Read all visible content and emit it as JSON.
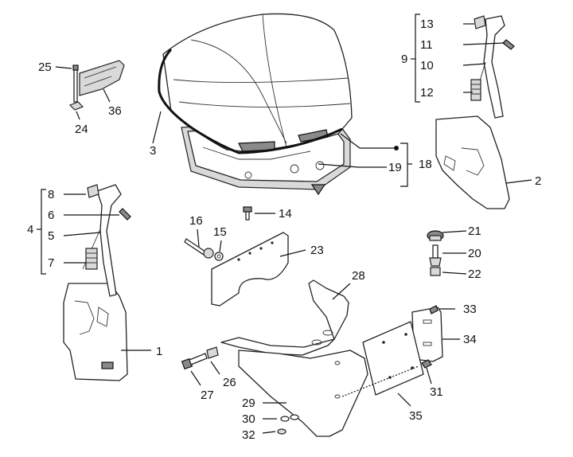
{
  "diagram": {
    "callouts": {
      "c1": "1",
      "c2": "2",
      "c3": "3",
      "c4": "4",
      "c5": "5",
      "c6": "6",
      "c7": "7",
      "c8": "8",
      "c9": "9",
      "c10": "10",
      "c11": "11",
      "c12": "12",
      "c13": "13",
      "c14": "14",
      "c15": "15",
      "c16": "16",
      "c18": "18",
      "c19": "19",
      "c20": "20",
      "c21": "21",
      "c22": "22",
      "c23": "23",
      "c24": "24",
      "c25": "25",
      "c26": "26",
      "c27": "27",
      "c28": "28",
      "c29": "29",
      "c30": "30",
      "c31": "31",
      "c32": "32",
      "c33": "33",
      "c34": "34",
      "c35": "35",
      "c36": "36"
    }
  }
}
